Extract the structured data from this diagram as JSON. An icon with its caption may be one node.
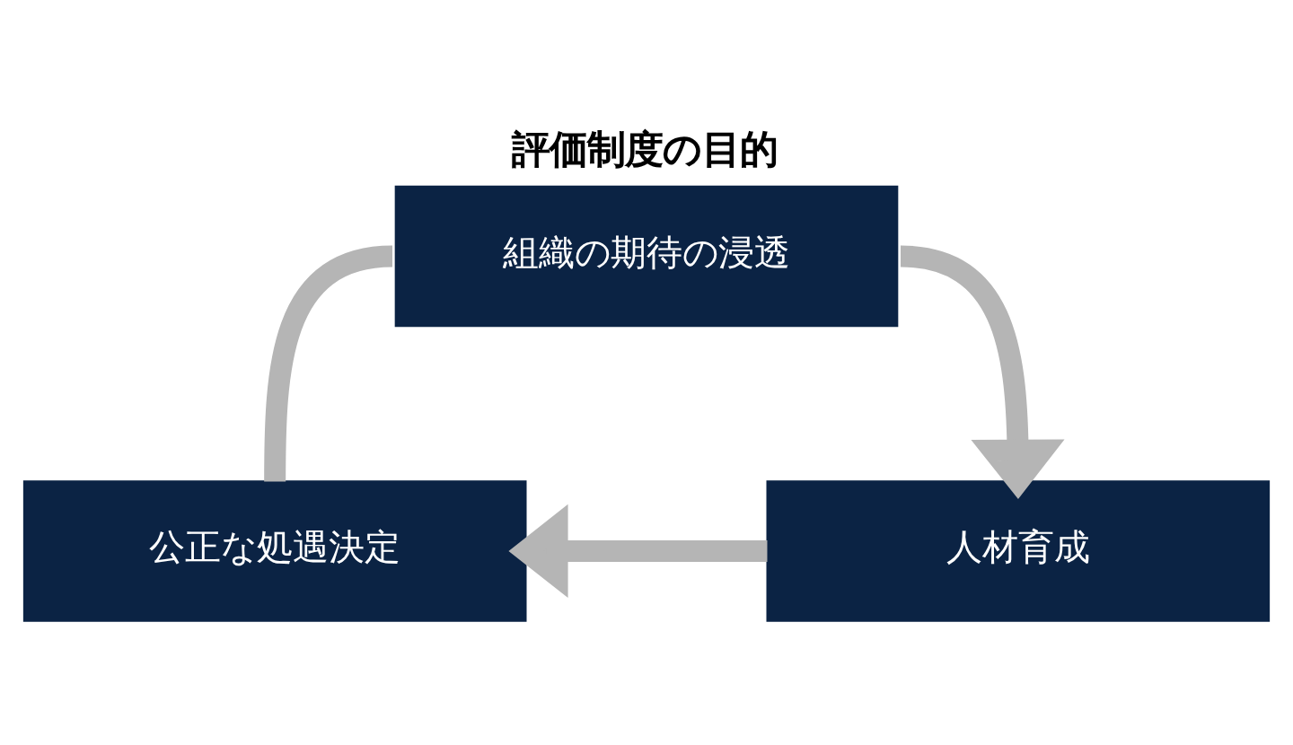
{
  "diagram": {
    "title": "評価制度の目的",
    "nodes": [
      {
        "text": [
          "組織の期待の浸透"
        ]
      },
      {
        "text": [
          "公正な処遇決定"
        ]
      },
      {
        "text": [
          "人材育成"
        ]
      }
    ],
    "edges": [
      {
        "from": 1,
        "to": 0,
        "arrow": "none"
      },
      {
        "from": 0,
        "to": 2,
        "arrow": "to"
      },
      {
        "from": 2,
        "to": 1,
        "arrow": "to"
      }
    ]
  }
}
